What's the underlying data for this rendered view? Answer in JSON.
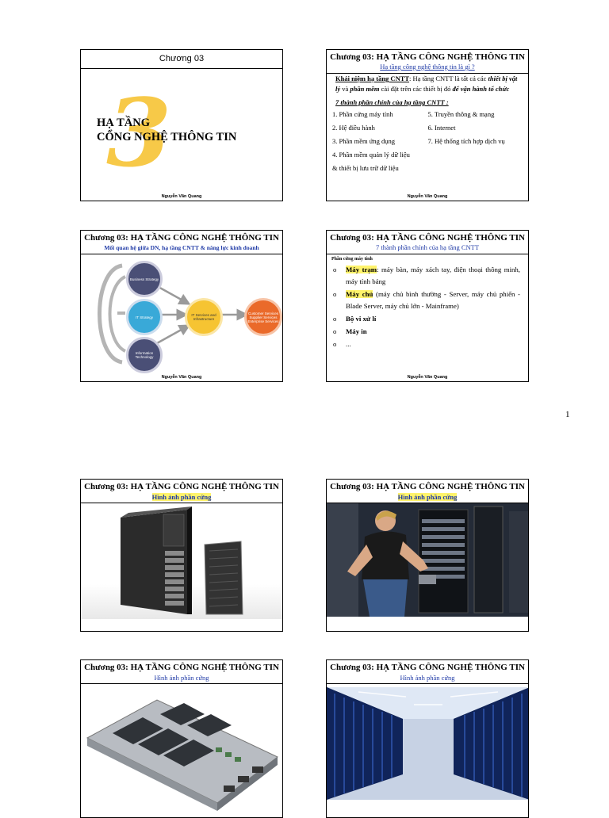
{
  "page_number": "1",
  "common": {
    "header": "Chương 03: HẠ TẦNG CÔNG NGHỆ THÔNG TIN",
    "author": "Nguyễn Văn Quang"
  },
  "slide1": {
    "head": "Chương 03",
    "big_number": "3",
    "title_line1": "HẠ TẦNG",
    "title_line2": "CỔNG NGHỆ THÔNG TIN"
  },
  "slide2": {
    "subtitle": "Hạ tầng công nghệ thông tin là gì ?",
    "def_label": "Khái niệm hạ tầng CNTT",
    "def_text1": ": Hạ tầng CNTT là tất cả các ",
    "def_em1": "thiết bị vật lý",
    "def_text2": " và ",
    "def_em2": "phần mềm",
    "def_text3": " cài đặt trên các thiết bị đó ",
    "def_em3": "để vận hành tổ chức",
    "sub_head": "7 thành phần chính của hạ tầng CNTT :",
    "col1": [
      "1.  Phần cứng máy tính",
      "2.  Hệ điều hành",
      "3.  Phần mềm ứng dụng",
      "4.  Phần mềm quản lý dữ liệu"
    ],
    "col2": [
      "5. Truyền thông & mạng",
      "6. Internet",
      "7. Hệ thống tích hợp dịch vụ"
    ],
    "tail": "& thiết bị lưu trữ dữ liệu"
  },
  "slide3": {
    "subtitle": "Mối quan hệ giữa DN, hạ tầng CNTT & năng lực kinh doanh",
    "circle_business": "Business Strategy",
    "circle_it_strategy": "IT Strategy",
    "circle_info_tech": "Information Technology",
    "circle_it_services": "IT Services and Infrastructure",
    "circle_customer": "Customer Services Supplier Services Enterprise Services"
  },
  "slide4": {
    "subtitle": "7 thành phần chính của hạ tầng CNTT",
    "section": "Phần cứng máy tính",
    "bullet": "o",
    "item1_hl": "Máy trạm",
    "item1_rest": ": máy bàn, máy xách tay, điện thoại thông minh, máy tính bảng",
    "item2_hl": "Máy chủ",
    "item2_rest": " (máy chủ bình thường - Server, máy chủ phiến - Blade Server, máy chủ lớn - Mainframe)",
    "item3": "Bộ vi xử lí",
    "item4": "Máy in",
    "item5": "..."
  },
  "slide5": {
    "subtitle": "Hình ảnh phần cứng"
  },
  "slide6": {
    "subtitle": "Hình ảnh phần cứng"
  },
  "slide7": {
    "subtitle": "Hình ảnh phần cứng"
  },
  "slide8": {
    "subtitle": "Hình ảnh phần cứng"
  }
}
